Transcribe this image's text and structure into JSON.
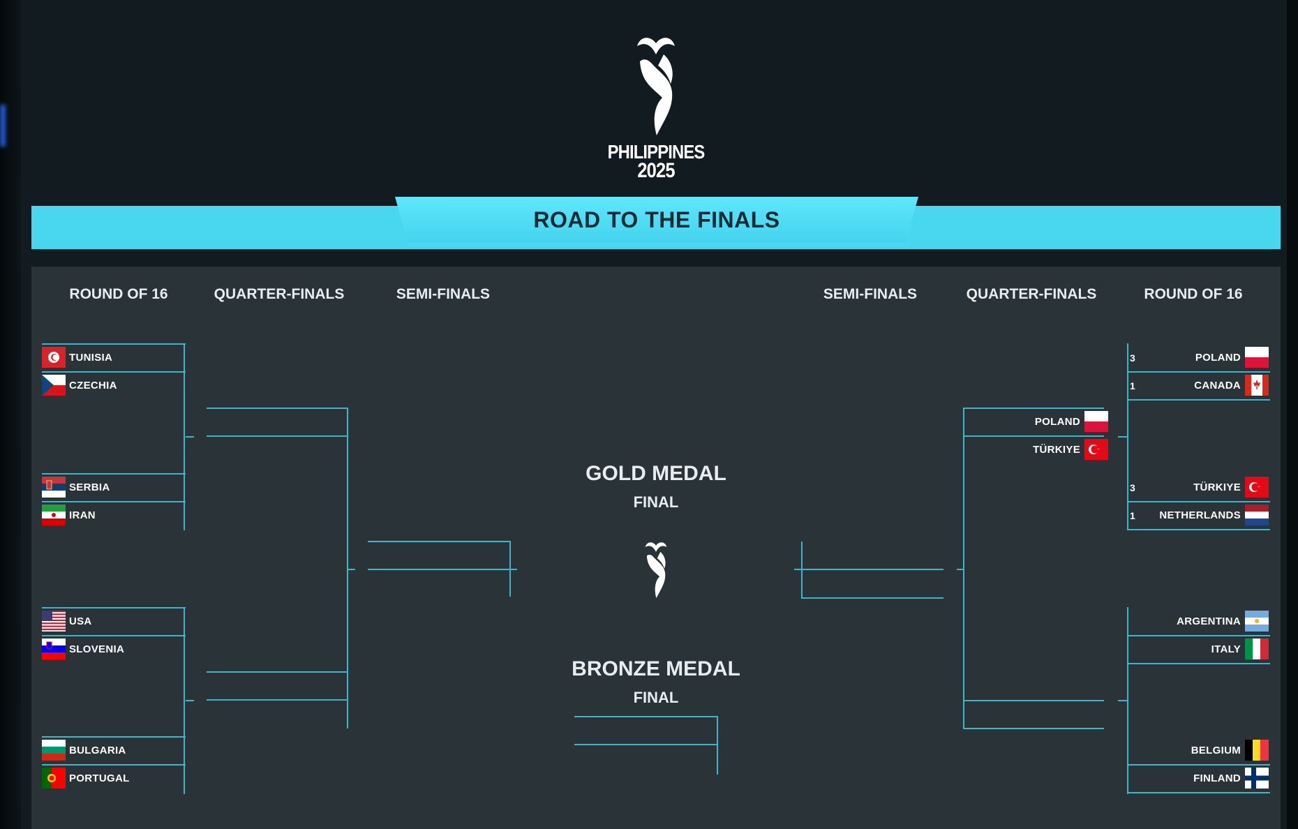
{
  "event_logo": {
    "line1": "PHILIPPINES",
    "line2": "2025"
  },
  "banner": {
    "title": "ROAD TO THE FINALS"
  },
  "headers": {
    "left": [
      "ROUND OF 16",
      "QUARTER-FINALS",
      "SEMI-FINALS"
    ],
    "right": [
      "SEMI-FINALS",
      "QUARTER-FINALS",
      "ROUND OF 16"
    ]
  },
  "finals": {
    "gold_title": "GOLD MEDAL",
    "gold_sub": "FINAL",
    "bronze_title": "BRONZE MEDAL",
    "bronze_sub": "FINAL"
  },
  "left_r16": [
    {
      "name": "TUNISIA",
      "flag": "tunisia"
    },
    {
      "name": "CZECHIA",
      "flag": "czechia"
    },
    {
      "name": "SERBIA",
      "flag": "serbia"
    },
    {
      "name": "IRAN",
      "flag": "iran"
    },
    {
      "name": "USA",
      "flag": "usa"
    },
    {
      "name": "SLOVENIA",
      "flag": "slovenia"
    },
    {
      "name": "BULGARIA",
      "flag": "bulgaria"
    },
    {
      "name": "PORTUGAL",
      "flag": "portugal"
    }
  ],
  "right_r16": [
    {
      "name": "POLAND",
      "flag": "poland",
      "score": "3"
    },
    {
      "name": "CANADA",
      "flag": "canada",
      "score": "1"
    },
    {
      "name": "TÜRKIYE",
      "flag": "turkiye",
      "score": "3"
    },
    {
      "name": "NETHERLANDS",
      "flag": "netherlands",
      "score": "1"
    },
    {
      "name": "ARGENTINA",
      "flag": "argentina"
    },
    {
      "name": "ITALY",
      "flag": "italy"
    },
    {
      "name": "BELGIUM",
      "flag": "belgium"
    },
    {
      "name": "FINLAND",
      "flag": "finland"
    }
  ],
  "right_qf": [
    {
      "name": "POLAND",
      "flag": "poland"
    },
    {
      "name": "TÜRKIYE",
      "flag": "turkiye"
    }
  ],
  "colors": {
    "accent": "#49d6ef",
    "line": "#3fb6c8",
    "panel": "#2a3338"
  }
}
